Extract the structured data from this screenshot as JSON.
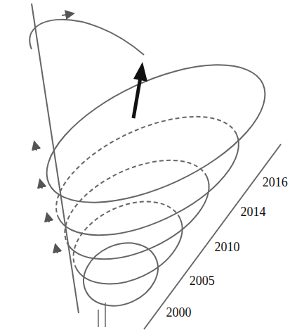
{
  "diagram": {
    "labels": [
      "2016",
      "2014",
      "2010",
      "2005",
      "2000"
    ]
  }
}
